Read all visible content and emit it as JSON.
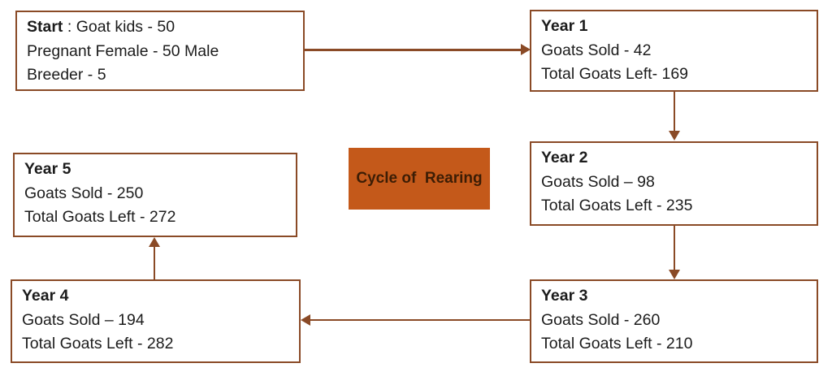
{
  "diagram": {
    "center_label": "Cycle of  Rearing",
    "nodes": {
      "start": {
        "heading": "Start",
        "heading_rest": " : Goat kids - 50",
        "line2": "Pregnant Female - 50 Male",
        "line3": "Breeder - 5"
      },
      "year1": {
        "heading": "Year 1",
        "line2": "Goats Sold - 42",
        "line3": "Total Goats Left- 169"
      },
      "year2": {
        "heading": "Year 2",
        "line2": "Goats Sold – 98",
        "line3": "Total Goats Left - 235"
      },
      "year3": {
        "heading": "Year 3",
        "line2": "Goats Sold - 260",
        "line3": "Total Goats Left - 210"
      },
      "year4": {
        "heading": "Year 4",
        "line2": "Goats Sold – 194",
        "line3": "Total Goats Left - 282"
      },
      "year5": {
        "heading": "Year 5",
        "line2": "Goats Sold - 250",
        "line3": "Total Goats Left - 272"
      }
    },
    "edges": [
      {
        "from": "start",
        "to": "year1",
        "direction": "right"
      },
      {
        "from": "year1",
        "to": "year2",
        "direction": "down"
      },
      {
        "from": "year2",
        "to": "year3",
        "direction": "down"
      },
      {
        "from": "year3",
        "to": "year4",
        "direction": "left"
      },
      {
        "from": "year4",
        "to": "year5",
        "direction": "up"
      }
    ],
    "colors": {
      "border": "#8a4a26",
      "arrow": "#8a4a26",
      "center_fill": "#c4591a",
      "center_text": "#3c1d05",
      "text": "#1c1c1c",
      "background": "#ffffff"
    }
  }
}
